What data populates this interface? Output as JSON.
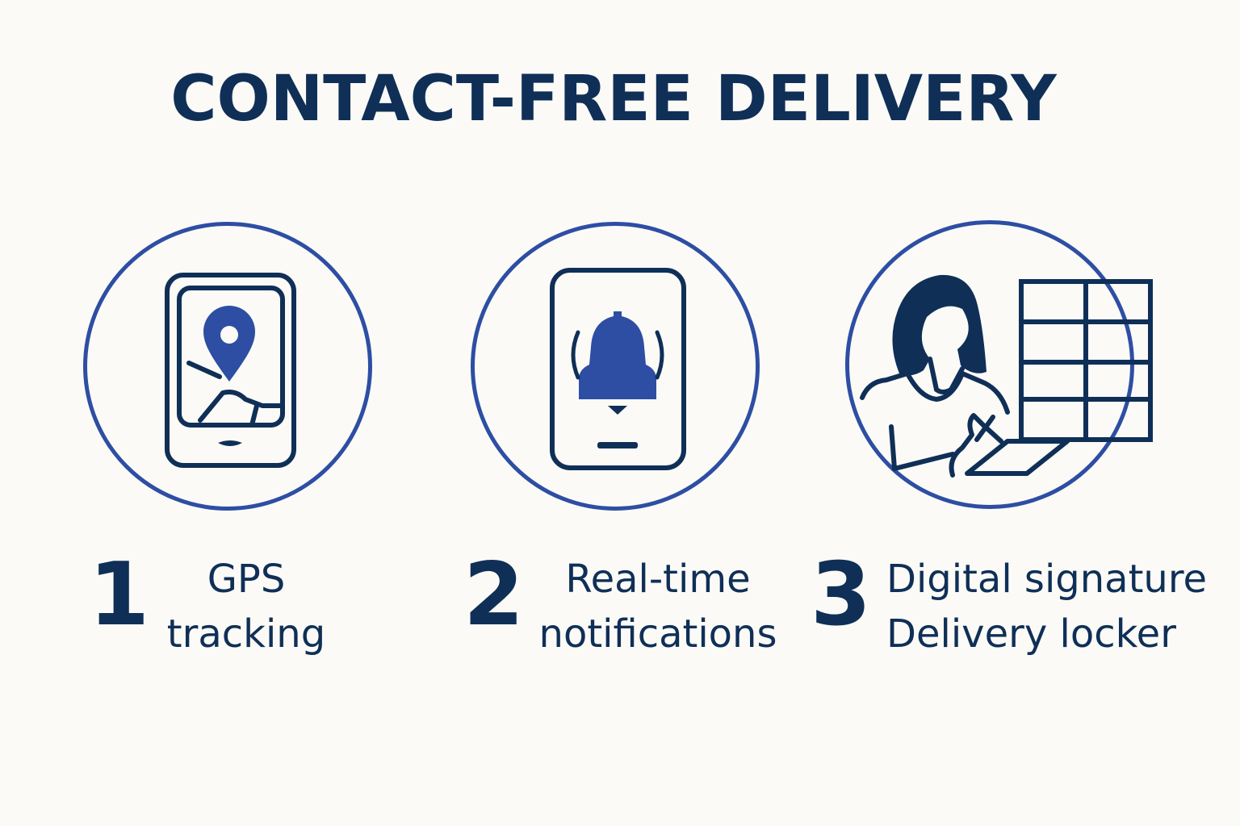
{
  "title": "CONTACT-FREE DELIVERY",
  "colors": {
    "navy": "#0f2f57",
    "blue": "#2d4ea3",
    "background": "#fbfaf6"
  },
  "steps": [
    {
      "number": "1",
      "label_line1": "GPS",
      "label_line2": "tracking",
      "icon": "phone-map-pin-icon"
    },
    {
      "number": "2",
      "label_line1": "Real-time",
      "label_line2": "notifications",
      "icon": "phone-bell-icon"
    },
    {
      "number": "3",
      "label_line1": "Digital signature",
      "label_line2": "Delivery locker",
      "icon": "person-signing-locker-icon"
    }
  ]
}
